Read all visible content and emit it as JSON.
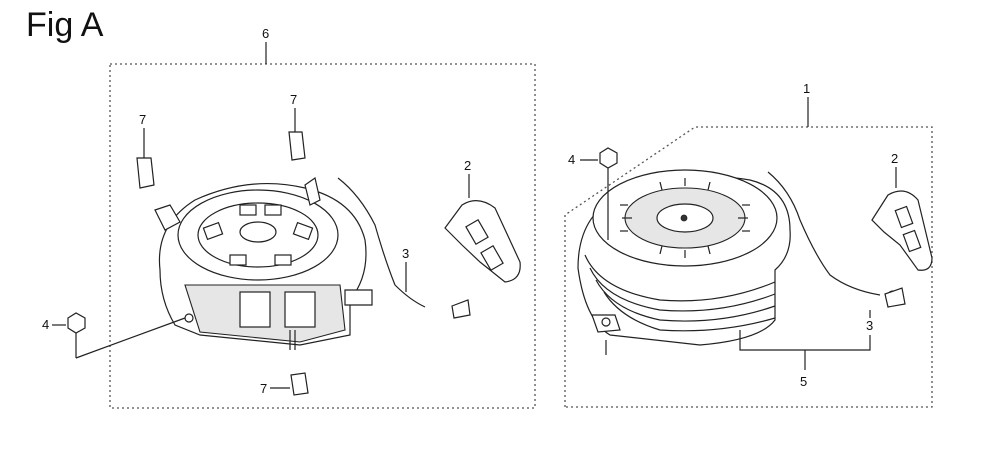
{
  "figure": {
    "title": "Fig A"
  },
  "callouts": {
    "left_assembly": "6",
    "left_clip_upper_left": "7",
    "left_clip_upper_right": "7",
    "left_clip_bottom": "7",
    "left_handle": "2",
    "left_rope": "3",
    "left_nut": "4",
    "right_assembly": "1",
    "right_nut": "4",
    "right_handle": "2",
    "right_rope": "3",
    "right_reel_group": "5"
  }
}
